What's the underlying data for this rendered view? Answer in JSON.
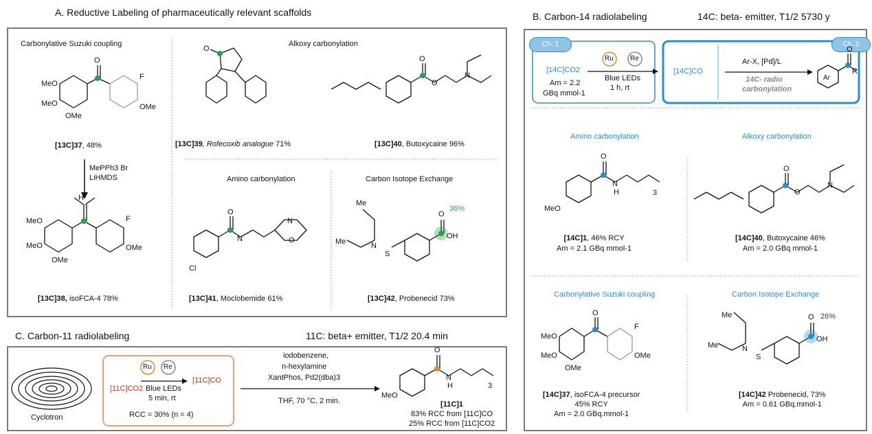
{
  "panelA": {
    "title": "A. Reductive Labeling of pharmaceutically relevant scaffolds",
    "suzuki_title": "Carbonylative Suzuki coupling",
    "alkoxy_title": "Alkoxy carbonylation",
    "amino_title": "Amino carbonylation",
    "cie_title": "Carbon Isotope Exchange",
    "c37_label": "[13C]37",
    "c37_yield": ", 48%",
    "reagent1": "MePPh3 Br",
    "reagent2": "LiHMDS",
    "c38_label": "[13C]38,",
    "c38_name": " isoFCA-4 78%",
    "c39_label": "[13C]39",
    "c39_name": ", Rofecoxib analogue",
    "c39_yield": " 71%",
    "c40_label": "[13C]40",
    "c40_name": ", Butoxycaine 96%",
    "c41_label": "[13C]41",
    "c41_name": ", Moclobemide 61%",
    "c42_label": "[13C]42",
    "c42_name": ", Probenecid 73%",
    "c42_pct": "36%",
    "atoms": {
      "meo": "MeO",
      "ome": "OMe",
      "f": "F",
      "o": "O",
      "h": "H",
      "cl": "Cl",
      "n": "N",
      "s": "S",
      "me": "Me",
      "oh": "OH"
    }
  },
  "panelB": {
    "title": "B. Carbon-14 radiolabeling",
    "emitter": "14C: beta- emitter, T1/2 5730 y",
    "ch1": "Ch. 1",
    "ch2": "Ch. 2",
    "co2": "[14C]CO2",
    "am": "Am = 2.2",
    "am_unit": "GBq mmol-1",
    "ru": "Ru",
    "re": "Re",
    "blue_leds": "Blue LEDs",
    "time": "1 h, rt",
    "co": "[14C]CO",
    "arx": "Ar-X, [Pd]/L",
    "radio1": "14C- radio",
    "radio2": "carbonylation",
    "ar": "Ar",
    "r": "R",
    "amino_title": "Amino carbonylation",
    "alkoxy_title": "Alkoxy carbonylation",
    "suzuki_title": "Carbonylative Suzuki coupling",
    "cie_title": "Carbon Isotope Exchange",
    "c1_label": "[14C]1",
    "c1_rcy": ", 46% RCY",
    "c1_am": "Am = 2.1 GBq mmol-1",
    "c40_label": "[14C]40",
    "c40_name": ", Butoxycaine 46%",
    "c40_am": "Am = 2.0 GBq mmol-1",
    "c37_label": "[14C]37",
    "c37_name": ", isoFCA-4 precursor",
    "c37_yield": "45% RCY",
    "c37_am": "Am = 2.0 GBq.mmol-1",
    "c42_label": "[14C]42",
    "c42_name": " Probenecid, 73%",
    "c42_am": "Am = 0.61 GBq.mmol-1",
    "c42_pct": "26%",
    "three": "3"
  },
  "panelC": {
    "title": "C. Carbon-11 radiolabeling",
    "emitter": "11C: beta+ emitter, T1/2 20.4 min",
    "cyclotron": "Cyclotron",
    "co2": "[11C]CO2",
    "ru": "Ru",
    "re": "Re",
    "co": "[11C]CO",
    "blue_leds": "Blue LEDs",
    "time": "5 min, rt",
    "rcc": "RCC = 30% (n = 4)",
    "reag1": "iodobenzene,",
    "reag2": "n-hexylamine",
    "reag3": "XantPhos, Pd2(dba)3",
    "cond": "THF, 70 °C, 2 min.",
    "c1_label": "[11C]1",
    "rcc1": "83% RCC from [11C]CO",
    "rcc2": "25% RCC from [11C]CO2",
    "three": "3"
  },
  "colors": {
    "green": "#2e9d4e",
    "blue": "#2a8fc4",
    "orange": "#e8892b",
    "box_grey": "#7a7a7a"
  }
}
